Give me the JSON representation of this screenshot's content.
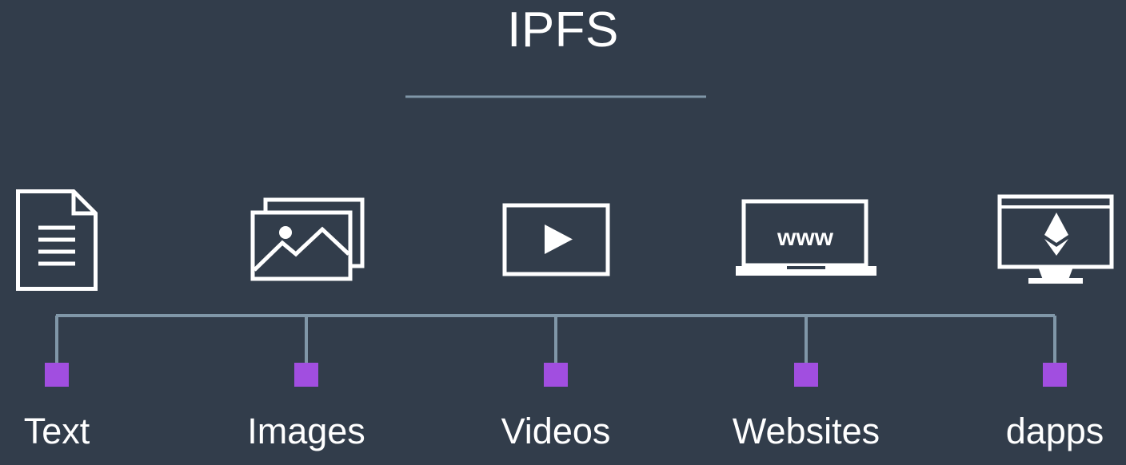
{
  "title": "IPFS",
  "colors": {
    "background": "#323d4b",
    "line": "#8097a8",
    "node": "#a14ee0",
    "icon": "#ffffff"
  },
  "items": [
    {
      "label": "Text",
      "icon": "document-icon"
    },
    {
      "label": "Images",
      "icon": "images-icon"
    },
    {
      "label": "Videos",
      "icon": "video-play-icon"
    },
    {
      "label": "Websites",
      "icon": "www-laptop-icon"
    },
    {
      "label": "dapps",
      "icon": "ethereum-monitor-icon"
    }
  ],
  "laptop_text": "www"
}
